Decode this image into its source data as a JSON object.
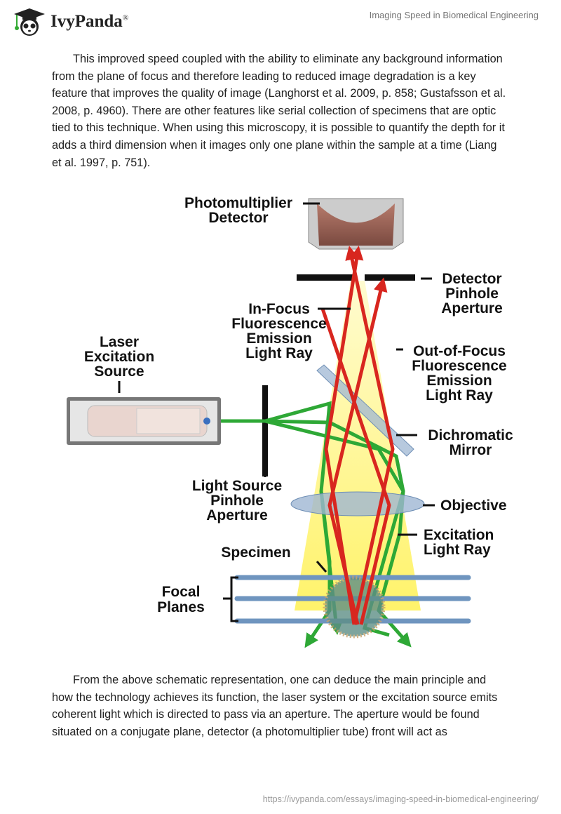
{
  "header": {
    "brand": "IvyPanda",
    "registered": "®",
    "title": "Imaging Speed in Biomedical Engineering"
  },
  "paragraphs": [
    "This improved speed coupled with the ability to eliminate any background information from the plane of focus and therefore leading to reduced image degradation is a key feature that improves the quality of image (Langhorst et al. 2009, p. 858; Gustafsson et al. 2008, p. 4960). There are other features like serial collection of specimens that are optic tied to this technique. When using this microscopy, it is possible to quantify the depth for it adds a third dimension when it images only one plane within the sample at a time (Liang et al. 1997, p. 751).",
    "From the above schematic representation, one can deduce the main principle and how the technology achieves its function, the laser system or the excitation source emits coherent light which is directed to pass via an aperture. The aperture would be found situated on a conjugate plane, detector (a photomultiplier tube) front will act as"
  ],
  "figure": {
    "labels": {
      "pmt": [
        "Photomultiplier",
        "Detector"
      ],
      "detector_pinhole": [
        "Detector",
        "Pinhole",
        "Aperture"
      ],
      "in_focus": [
        "In-Focus",
        "Fluorescence",
        "Emission",
        "Light Ray"
      ],
      "laser": [
        "Laser",
        "Excitation",
        "Source"
      ],
      "out_of_focus": [
        "Out-of-Focus",
        "Fluorescence",
        "Emission",
        "Light Ray"
      ],
      "dichromatic": [
        "Dichromatic",
        "Mirror"
      ],
      "source_pinhole": [
        "Light Source",
        "Pinhole",
        "Aperture"
      ],
      "objective": [
        "Objective"
      ],
      "excitation": [
        "Excitation",
        "Light Ray"
      ],
      "specimen": [
        "Specimen"
      ],
      "focal": [
        "Focal",
        "Planes"
      ]
    },
    "colors": {
      "emission": "#d8261f",
      "excitation": "#2ea836",
      "cone": "#fff79a"
    }
  },
  "footer": {
    "url": "https://ivypanda.com/essays/imaging-speed-in-biomedical-engineering/"
  }
}
